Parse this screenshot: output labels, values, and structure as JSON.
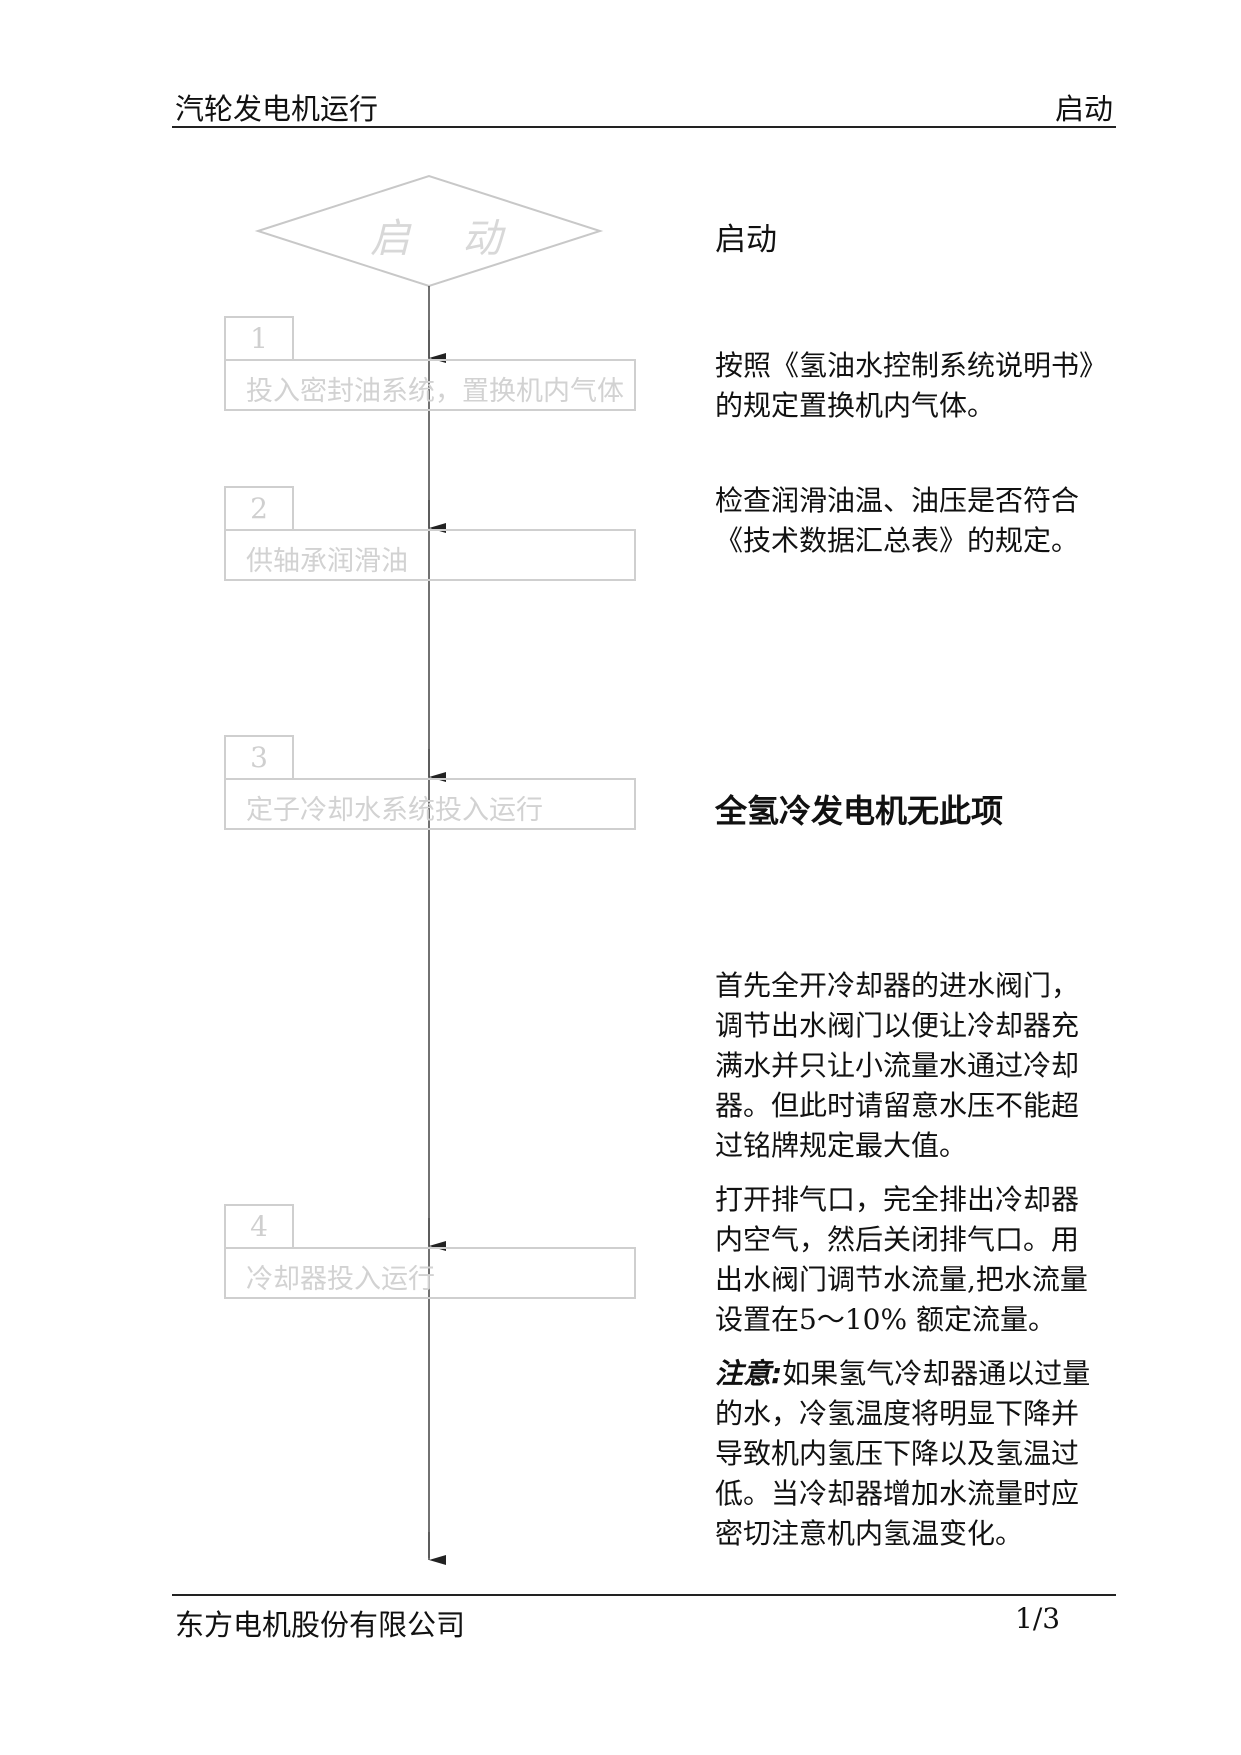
{
  "header": {
    "left": "汽轮发电机运行",
    "right": "启动"
  },
  "footer": {
    "company": "东方电机股份有限公司",
    "page": "1/3"
  },
  "flow": {
    "start": "启动",
    "steps": [
      {
        "number": "1",
        "label": "投入密封油系统，置换机内气体"
      },
      {
        "number": "2",
        "label": "供轴承润滑油"
      },
      {
        "number": "3",
        "label": "定子冷却水系统投入运行"
      },
      {
        "number": "4",
        "label": "冷却器投入运行"
      }
    ]
  },
  "descriptions": {
    "title": "启动",
    "step1": "按照《氢油水控制系统说明书》的规定置换机内气体。",
    "step2": "检查润滑油温、油压是否符合《技术数据汇总表》的规定。",
    "step3": "全氢冷发电机无此项",
    "step4_p1": "首先全开冷却器的进水阀门，调节出水阀门以便让冷却器充满水并只让小流量水通过冷却器。但此时请留意水压不能超过铭牌规定最大值。",
    "step4_p2": "打开排气口，完全排出冷却器内空气，然后关闭排气口。用出水阀门调节水流量,把水流量设置在5～10% 额定流量。",
    "note_lead": "注意:",
    "note_body": "如果氢气冷却器通以过量的水，冷氢温度将明显下降并导致机内氢压下降以及氢温过低。当冷却器增加水流量时应密切注意机内氢温变化。"
  }
}
